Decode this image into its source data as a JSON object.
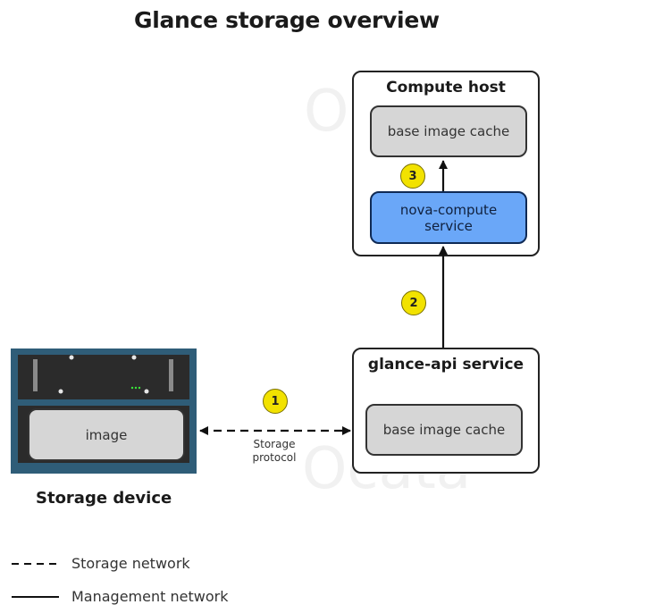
{
  "title": "Glance storage overview",
  "watermark": {
    "top": "Oc",
    "bottom": "Ocata"
  },
  "compute_host": {
    "label": "Compute host",
    "cache_label": "base image cache",
    "service_line1": "nova-compute",
    "service_line2": "service"
  },
  "glance_api": {
    "label": "glance-api service",
    "cache_label": "base image cache"
  },
  "storage_device": {
    "label": "Storage device",
    "image_label": "image"
  },
  "connection": {
    "protocol_line1": "Storage",
    "protocol_line2": "protocol"
  },
  "steps": [
    "1",
    "2",
    "3"
  ],
  "legend": {
    "storage_network": "Storage network",
    "management_network": "Management network"
  },
  "colors": {
    "nova_compute_fill": "#6aa7f8",
    "cache_fill": "#d6d6d6",
    "badge_fill": "#f2e200",
    "device_body": "#2f5d78",
    "device_front": "#2a2a2a"
  }
}
